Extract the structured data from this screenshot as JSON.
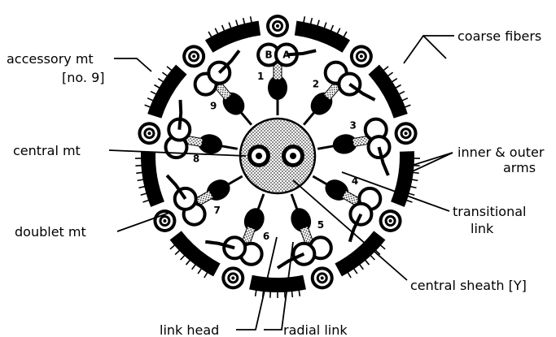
{
  "labels": {
    "accessory_mt": "accessory mt",
    "accessory_mt_note": "[no. 9]",
    "coarse_fibers": "coarse fibers",
    "central_mt": "central mt",
    "inner_outer_arms_line1": "inner & outer",
    "inner_outer_arms_line2": "arms",
    "transitional_link_line1": "transitional",
    "transitional_link_line2": "link",
    "doublet_mt": "doublet mt",
    "central_sheath": "central sheath [Y]",
    "link_head": "link head",
    "radial_link": "radial link"
  },
  "doublet_numbers": [
    "1",
    "2",
    "3",
    "4",
    "5",
    "6",
    "7",
    "8",
    "9"
  ],
  "tubule_labels": {
    "a": "A",
    "b": "B"
  },
  "colors": {
    "ink": "#000000",
    "paper": "#ffffff",
    "stipple": "#bdbdbd"
  }
}
